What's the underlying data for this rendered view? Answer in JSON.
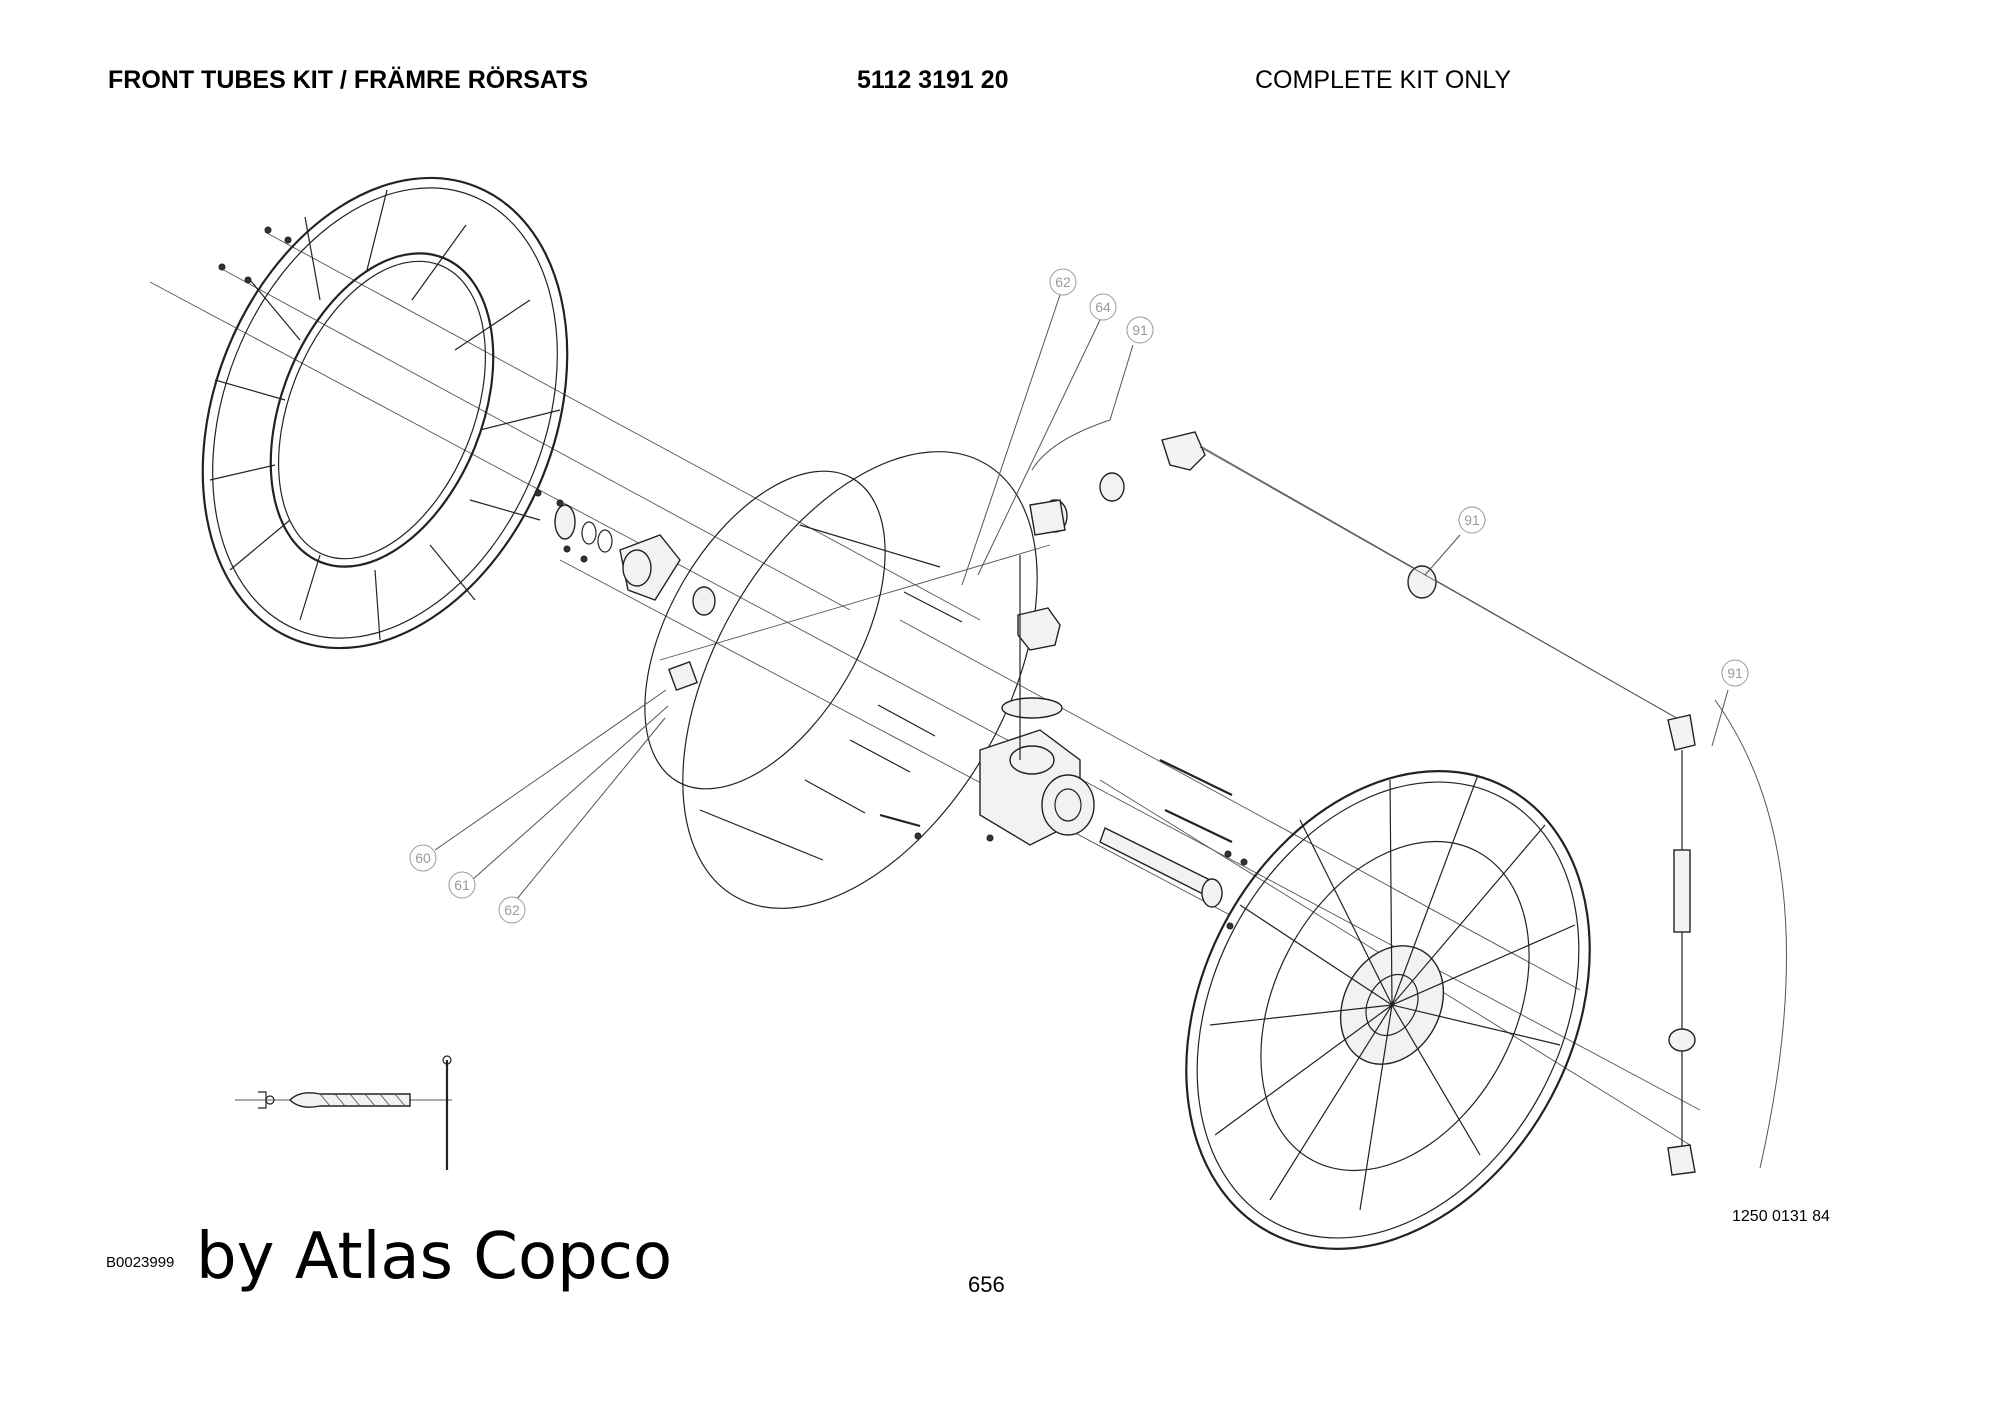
{
  "header": {
    "title": "FRONT TUBES KIT / FRÄMRE RÖRSATS",
    "part_number": "5112 3191 20",
    "note": "COMPLETE KIT ONLY"
  },
  "callouts": {
    "c62_top": "62",
    "c64": "64",
    "c91_top": "91",
    "c91_mid": "91",
    "c91_right": "91",
    "c60": "60",
    "c61": "61",
    "c62_bottom": "62"
  },
  "footer": {
    "image_code": "B0023999",
    "brand": "by Atlas Copco",
    "page_number": "656",
    "drawing_number": "1250 0131 84"
  }
}
